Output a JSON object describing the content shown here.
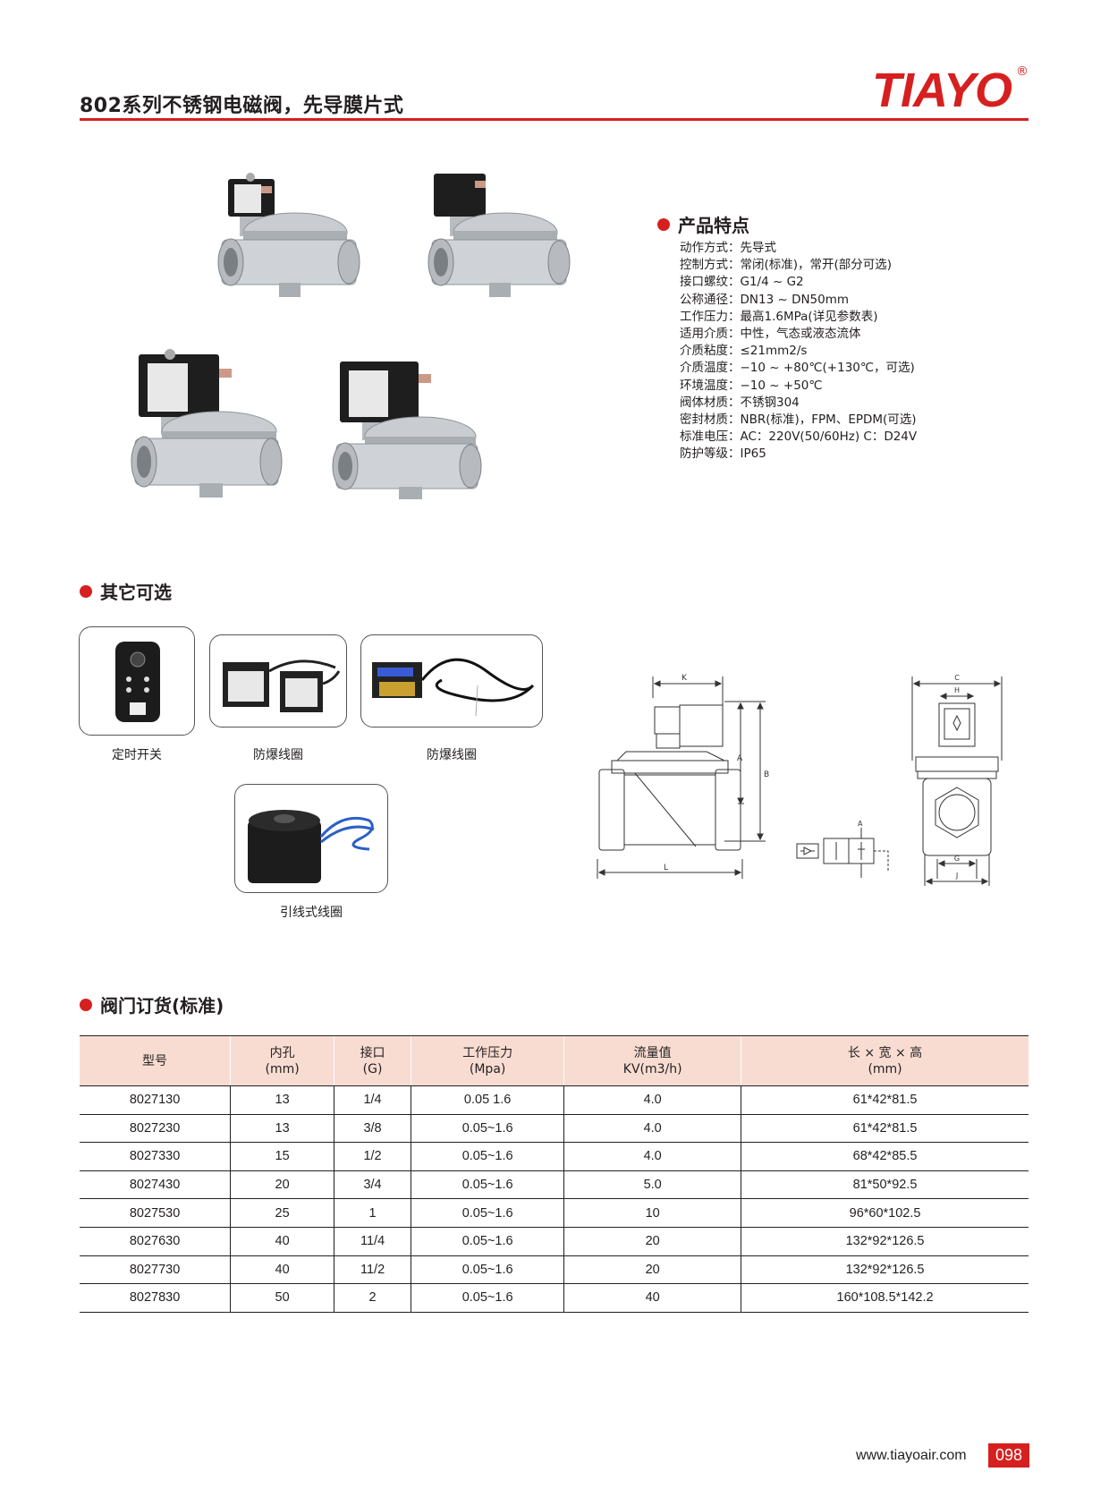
{
  "header": {
    "title": "802系列不锈钢电磁阀，先导膜片式",
    "brand": "TIAYO",
    "brand_mark": "®",
    "accent": "#d6201f"
  },
  "features": {
    "heading": "产品特点",
    "items": [
      "动作方式：先导式",
      "控制方式：常闭(标准)，常开(部分可选)",
      "接口螺纹：G1/4 ~ G2",
      "公称通径：DN13 ~ DN50mm",
      "工作压力：最高1.6MPa(详见参数表)",
      "适用介质：中性，气态或液态流体",
      "介质粘度：≤21mm2/s",
      "介质温度：−10 ~ +80℃(+130℃，可选)",
      "环境温度：−10 ~ +50℃",
      "阀体材质：不锈钢304",
      "密封材质：NBR(标准)，FPM、EPDM(可选)",
      "标准电压：AC：220V(50/60Hz) C：D24V",
      "防护等级：IP65"
    ]
  },
  "options": {
    "heading": "其它可选",
    "items": [
      {
        "label": "定时开关"
      },
      {
        "label": "防爆线圈"
      },
      {
        "label": "防爆线圈"
      },
      {
        "label": "引线式线圈"
      }
    ]
  },
  "diagram_labels": {
    "K": "K",
    "A": "A",
    "B": "B",
    "L": "L",
    "C": "C",
    "H": "H",
    "G": "G",
    "J": "J"
  },
  "ordering": {
    "heading": "阀门订货(标准)",
    "columns": [
      {
        "line1": "型号",
        "line2": ""
      },
      {
        "line1": "内孔",
        "line2": "(mm)"
      },
      {
        "line1": "接口",
        "line2": "(G)"
      },
      {
        "line1": "工作压力",
        "line2": "(Mpa)"
      },
      {
        "line1": "流量值",
        "line2": "KV(m3/h)"
      },
      {
        "line1": "长 × 宽 × 高",
        "line2": "(mm)"
      }
    ],
    "rows": [
      [
        "8027130",
        "13",
        "1/4",
        "0.05 1.6",
        "4.0",
        "61*42*81.5"
      ],
      [
        "8027230",
        "13",
        "3/8",
        "0.05~1.6",
        "4.0",
        "61*42*81.5"
      ],
      [
        "8027330",
        "15",
        "1/2",
        "0.05~1.6",
        "4.0",
        "68*42*85.5"
      ],
      [
        "8027430",
        "20",
        "3/4",
        "0.05~1.6",
        "5.0",
        "81*50*92.5"
      ],
      [
        "8027530",
        "25",
        "1",
        "0.05~1.6",
        "10",
        "96*60*102.5"
      ],
      [
        "8027630",
        "40",
        "11/4",
        "0.05~1.6",
        "20",
        "132*92*126.5"
      ],
      [
        "8027730",
        "40",
        "11/2",
        "0.05~1.6",
        "20",
        "132*92*126.5"
      ],
      [
        "8027830",
        "50",
        "2",
        "0.05~1.6",
        "40",
        "160*108.5*142.2"
      ]
    ]
  },
  "footer": {
    "url": "www.tiayoair.com",
    "page": "098"
  }
}
